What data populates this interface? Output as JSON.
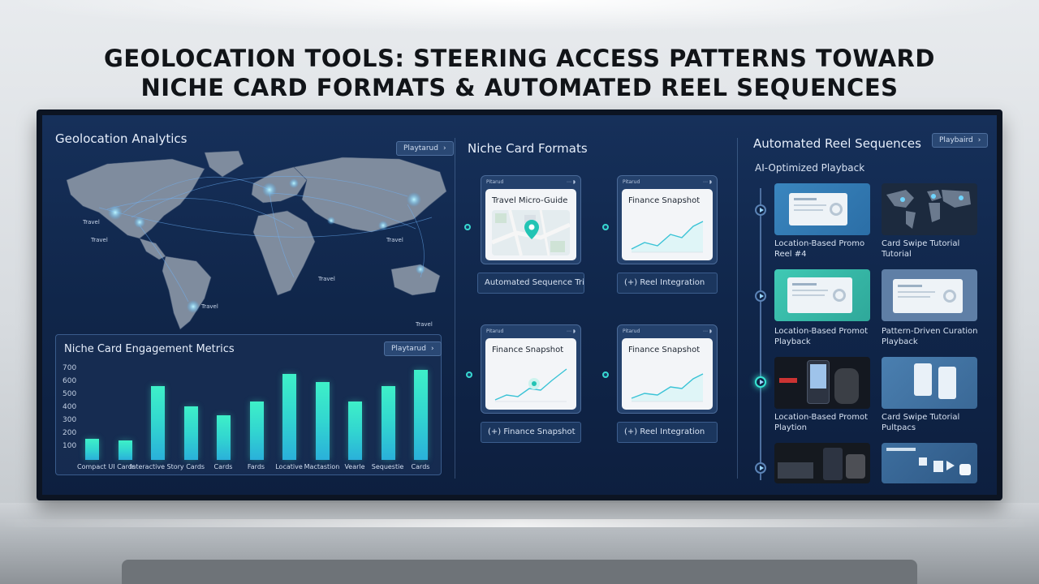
{
  "headline": {
    "line1": "GEOLOCATION TOOLS: STEERING ACCESS PATTERNS TOWARD",
    "line2": "NICHE CARD FORMATS & AUTOMATED REEL SEQUENCES"
  },
  "geo_panel": {
    "title": "Geolocation Analytics",
    "button": "Playtarud",
    "map_labels": [
      "Travel",
      "Travel",
      "Travel",
      "Travel",
      "Travel",
      "Travel"
    ]
  },
  "metrics_panel": {
    "button": "Playtarud",
    "chart_data": {
      "type": "bar",
      "title": "Niche Card Engagement Metrics",
      "categories": [
        "Compact UI Cards",
        "",
        "Interactive Story Cards",
        "",
        "Cards",
        "Fards",
        "Locative",
        "Mactastion",
        "Vearle",
        "Sequestie",
        "Cards"
      ],
      "values": [
        160,
        150,
        570,
        410,
        340,
        450,
        660,
        600,
        450,
        570,
        690
      ],
      "y_ticks": [
        "100",
        "200",
        "300",
        "400",
        "500",
        "600",
        "700"
      ],
      "ylim": [
        0,
        760
      ],
      "xlabel": "",
      "ylabel": "",
      "grid": false,
      "bar_color": "#3ef0c8"
    }
  },
  "niche_panel": {
    "title": "Niche Card Formats",
    "cards": [
      {
        "header": "Pitarud",
        "title": "Travel Micro-Guide",
        "chip": "Automated Sequence Trigger",
        "chip_icon": ""
      },
      {
        "header": "Pitarud",
        "title": "Finance Snapshot",
        "chip": "Reel Integration",
        "chip_icon": "(+)"
      },
      {
        "header": "Pitarud",
        "title": "Finance Snapshot",
        "chip": "Finance Snapshot",
        "chip_icon": "(+)"
      },
      {
        "header": "Pitarud",
        "title": "Finance Snapshot",
        "chip": "Reel Integration",
        "chip_icon": "(+)"
      }
    ]
  },
  "reels_panel": {
    "title": "Automated Reel Sequences",
    "button": "Playbaird",
    "subtitle": "AI-Optimized Playback",
    "reels": [
      {
        "caption": "Location-Based Promo Reel #4"
      },
      {
        "caption": "Card Swipe Tutorial Tutorial"
      },
      {
        "caption": "Location-Based Promot Playback"
      },
      {
        "caption": "Pattern-Driven Curation Playback"
      },
      {
        "caption": "Location-Based Promot Playtion"
      },
      {
        "caption": "Card Swipe Tutorial Pultpacs"
      },
      {
        "caption": ""
      },
      {
        "caption": ""
      }
    ]
  },
  "colors": {
    "accent": "#3ef0c8",
    "screen_bg": "#13294e",
    "headline": "#111418"
  }
}
